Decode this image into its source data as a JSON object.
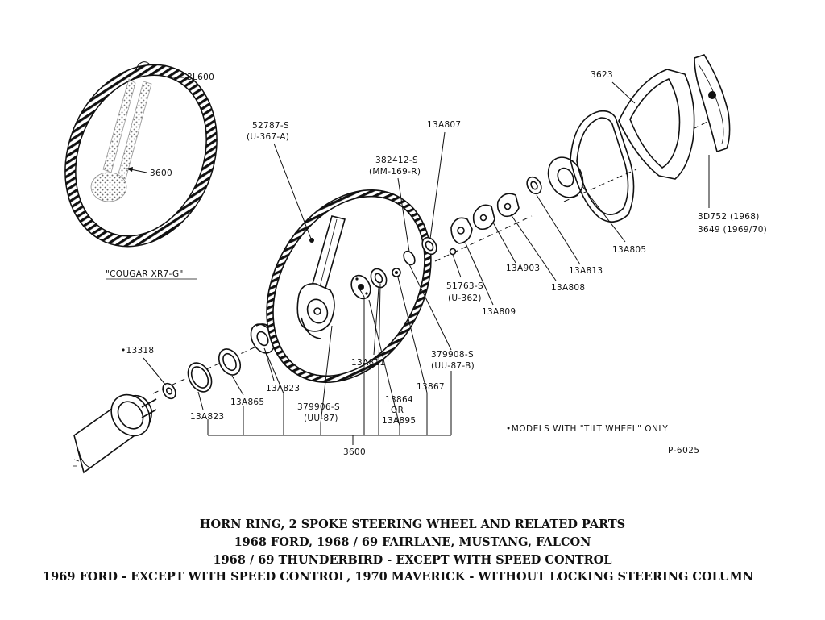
{
  "labels": {
    "part_3l600": "3L600",
    "part_3600_wheel": "3600",
    "cougar": "\"COUGAR XR7-G\"",
    "part_52787s": "52787-S",
    "part_52787s_sub": "(U-367-A)",
    "part_13a807": "13A807",
    "part_382412s": "382412-S",
    "part_382412s_sub": "(MM-169-R)",
    "part_3623": "3623",
    "part_3d752": "3D752 (1968)",
    "part_3649": "3649 (1969/70)",
    "part_13a805": "13A805",
    "part_13a903": "13A903",
    "part_13a813": "13A813",
    "part_13a808": "13A808",
    "part_51763s": "51763-S",
    "part_51763s_sub": "(U-362)",
    "part_13a809": "13A809",
    "part_13318": "•13318",
    "part_13a823_a": "13A823",
    "part_13a823_b": "13A823",
    "part_13a865": "13A865",
    "part_13a811": "13A811",
    "part_379906s": "379906-S",
    "part_379906s_sub": "(UU-87)",
    "part_13864": "13864",
    "or_word": "OR",
    "part_13a895": "13A895",
    "part_13867": "13867",
    "part_379908s": "379908-S",
    "part_379908s_sub": "(UU-87-B)",
    "part_3600_bottom": "3600",
    "tilt_note": "•MODELS WITH \"TILT WHEEL\" ONLY",
    "figure_code": "P-6025"
  },
  "caption": {
    "line1": "HORN RING, 2 SPOKE STEERING WHEEL AND RELATED PARTS",
    "line2": "1968  FORD,  1968 /  69  FAIRLANE, MUSTANG, FALCON",
    "line3": "1968 / 69  THUNDERBIRD - EXCEPT WITH SPEED CONTROL",
    "line4": "1969  FORD - EXCEPT WITH SPEED CONTROL,  1970  MAVERICK - WITHOUT LOCKING STEERING COLUMN"
  }
}
